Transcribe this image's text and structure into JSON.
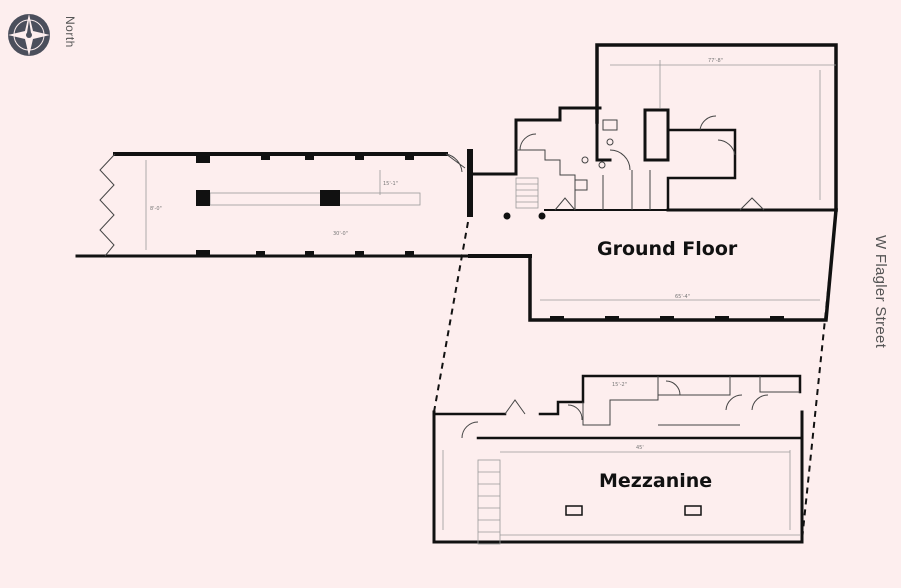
{
  "compass": {
    "icon": "compass-rose-icon",
    "label": "North"
  },
  "street_label": "W Flagler Street",
  "floors": {
    "ground": {
      "label": "Ground Floor"
    },
    "mezzanine": {
      "label": "Mezzanine"
    }
  },
  "colors": {
    "background": "#fdeeee",
    "walls": "#111111"
  }
}
